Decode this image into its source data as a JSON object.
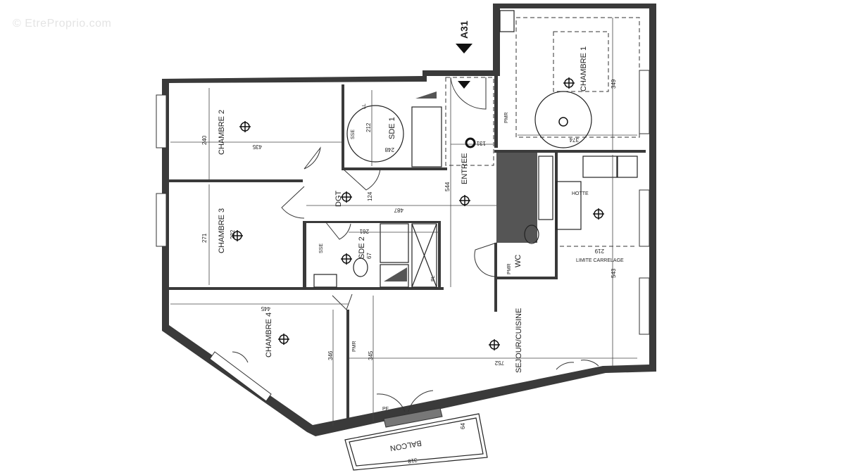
{
  "watermark": "© EtreProprio.com",
  "section_marker": "A31",
  "rooms": {
    "chambre1": "CHAMBRE 1",
    "chambre2": "CHAMBRE 2",
    "chambre3": "CHAMBRE 3",
    "chambre4": "CHAMBRE 4",
    "sde1": "SDE 1",
    "sde2": "SDE 2",
    "dgt": "DGT",
    "entree": "ENTREE",
    "wc": "WC",
    "sejour": "SEJOUR/CUISINE",
    "balcon": "BALCON"
  },
  "annotations": {
    "sse1": "SSE",
    "sse2": "SSE",
    "ll": "LL",
    "pl": "PL",
    "pf": "PF",
    "hotte": "HOTTE",
    "pmr1": "PMR",
    "pmr2": "PMR",
    "pmr3": "PMR",
    "limite": "LIMITE CARRELAGE"
  },
  "dimensions": {
    "d240": "240",
    "d435": "435",
    "d212": "212",
    "d248": "248",
    "d124": "124",
    "d487": "487",
    "d544": "544",
    "d271": "271",
    "d232": "232",
    "d261": "261",
    "d67": "67",
    "d131": "131",
    "d374": "374",
    "d349": "349",
    "d219": "219",
    "d543": "543",
    "d445": "445",
    "d346": "346",
    "d345": "345",
    "d752": "752",
    "d318": "318",
    "d64": "64"
  }
}
